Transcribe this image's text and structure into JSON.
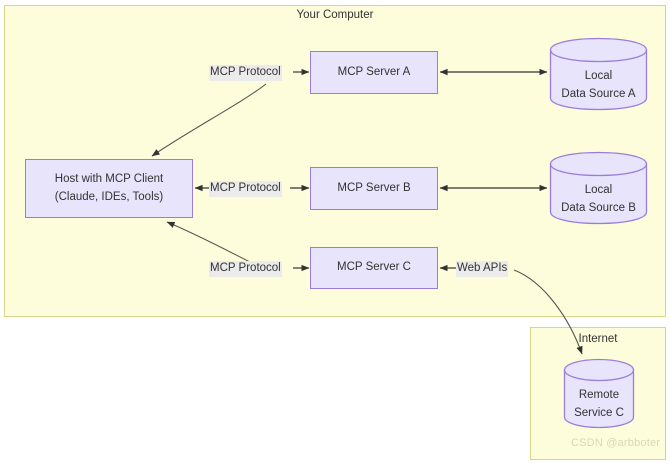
{
  "diagram": {
    "title_your_computer": "Your Computer",
    "title_internet": "Internet",
    "watermark": "CSDN @arbboter",
    "colors": {
      "container_fill": "#fdfddc",
      "container_border": "#d6d68a",
      "node_fill": "#e7e4fb",
      "node_border": "#9a7ddb",
      "edge_stroke": "#333333",
      "label_bg": "#ebebeb",
      "text": "#333333",
      "watermark_text": "#d8d8b0"
    }
  },
  "nodes": {
    "host": {
      "line1": "Host with MCP Client",
      "line2": "(Claude, IDEs, Tools)"
    },
    "server_a": {
      "label": "MCP Server A"
    },
    "server_b": {
      "label": "MCP Server B"
    },
    "server_c": {
      "label": "MCP Server C"
    },
    "datasource_a": {
      "line1": "Local",
      "line2": "Data Source A"
    },
    "datasource_b": {
      "line1": "Local",
      "line2": "Data Source B"
    },
    "remote_c": {
      "line1": "Remote",
      "line2": "Service C"
    }
  },
  "edges": {
    "mcp_protocol_a": "MCP Protocol",
    "mcp_protocol_b": "MCP Protocol",
    "mcp_protocol_c": "MCP Protocol",
    "web_apis": "Web APIs"
  }
}
